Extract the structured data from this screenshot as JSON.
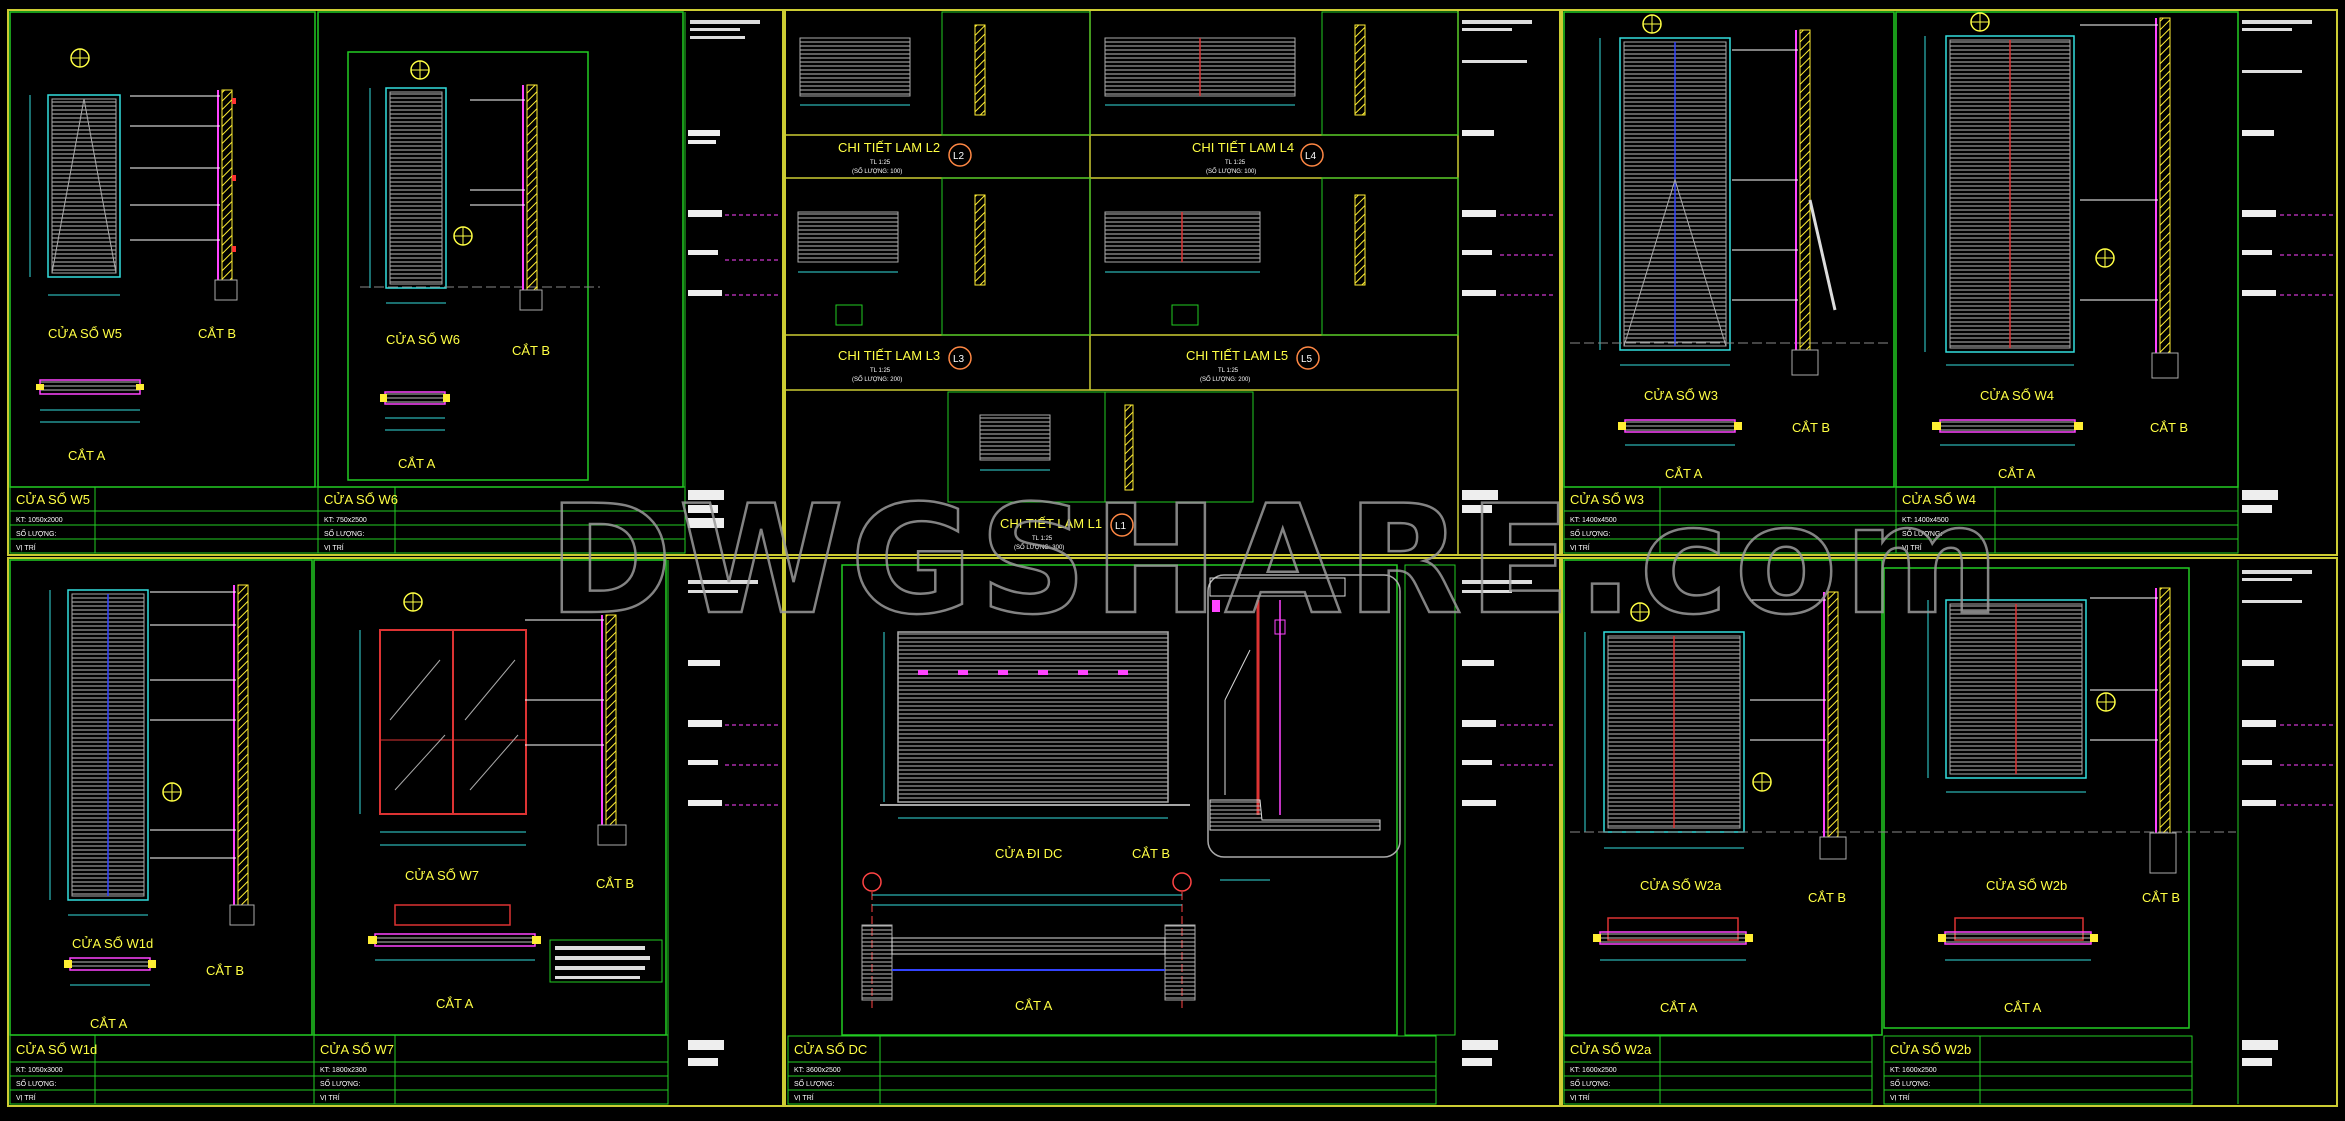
{
  "colors": {
    "background": "#000000",
    "frame": "#22cc22",
    "sheet_frame": "#cccc33",
    "title": "#ffff44",
    "callout": "#ffffff",
    "dim": "#33dddd",
    "hatch": "#cccccc",
    "glass": "#dd3333",
    "steel": "#ff44ff",
    "watermark": "#9a9a9a"
  },
  "watermark": "DWGSHARE.com",
  "left_sheet": {
    "w5": {
      "title": "CỬA SỔ W5",
      "section": "CẮT B",
      "plan": "CẮT A"
    },
    "w6": {
      "title": "CỬA SỔ W6",
      "section": "CẮT B",
      "plan": "CẮT A"
    },
    "table_w5": {
      "name": "CỬA SỔ W5",
      "r1": "KT: 1050x2000",
      "r2": "SỐ LƯỢNG:",
      "r3": "VỊ TRÍ"
    },
    "table_w6": {
      "name": "CỬA SỔ W6",
      "r1": "KT: 750x2500",
      "r2": "SỐ LƯỢNG:",
      "r3": "VỊ TRÍ"
    },
    "w1d": {
      "title": "CỬA SỔ W1d",
      "section": "CẮT B",
      "plan": "CẮT A"
    },
    "w7": {
      "title": "CỬA SỔ W7",
      "section": "CẮT B",
      "plan": "CẮT A"
    },
    "table_w1d": {
      "name": "CỬA SỔ W1d",
      "r1": "KT: 1050x3000",
      "r2": "SỐ LƯỢNG:",
      "r3": "VỊ TRÍ"
    },
    "table_w7": {
      "name": "CỬA SỔ W7",
      "r1": "KT: 1800x2300",
      "r2": "SỐ LƯỢNG:",
      "r3": "VỊ TRÍ"
    }
  },
  "middle_sheet": {
    "l2": {
      "title": "CHI TIẾT LAM L2",
      "tag": "L2",
      "scale": "TL 1:25",
      "qty": "(SỐ LƯỢNG: 100)"
    },
    "l4": {
      "title": "CHI TIẾT LAM L4",
      "tag": "L4",
      "scale": "TL 1:25",
      "qty": "(SỐ LƯỢNG: 100)"
    },
    "l3": {
      "title": "CHI TIẾT LAM L3",
      "tag": "L3",
      "scale": "TL 1:25",
      "qty": "(SỐ LƯỢNG: 200)"
    },
    "l5": {
      "title": "CHI TIẾT LAM L5",
      "tag": "L5",
      "scale": "TL 1:25",
      "qty": "(SỐ LƯỢNG: 200)"
    },
    "l1": {
      "title": "CHI TIẾT LAM L1",
      "tag": "L1",
      "scale": "TL 1:25",
      "qty": "(SỐ LƯỢNG: 300)"
    },
    "dc": {
      "title": "CỬA ĐI DC",
      "section": "CẮT B",
      "plan": "CẮT A"
    },
    "table_dc": {
      "name": "CỬA SỔ DC",
      "r1": "KT: 3600x2500",
      "r2": "SỐ LƯỢNG:",
      "r3": "VỊ TRÍ"
    }
  },
  "right_sheet": {
    "w3": {
      "title": "CỬA SỔ W3",
      "section": "CẮT B",
      "plan": "CẮT A"
    },
    "w4": {
      "title": "CỬA SỔ W4",
      "section": "CẮT B",
      "plan": "CẮT A"
    },
    "table_w3": {
      "name": "CỬA SỔ W3",
      "r1": "KT: 1400x4500",
      "r2": "SỐ LƯỢNG:",
      "r3": "VỊ TRÍ"
    },
    "table_w4": {
      "name": "CỬA SỔ W4",
      "r1": "KT: 1400x4500",
      "r2": "SỐ LƯỢNG:",
      "r3": "VỊ TRÍ"
    },
    "w2a": {
      "title": "CỬA SỔ W2a",
      "section": "CẮT B",
      "plan": "CẮT A"
    },
    "w2b": {
      "title": "CỬA SỔ W2b",
      "section": "CẮT B",
      "plan": "CẮT A"
    },
    "table_w2a": {
      "name": "CỬA SỔ W2a",
      "r1": "KT: 1600x2500",
      "r2": "SỐ LƯỢNG:",
      "r3": "VỊ TRÍ"
    },
    "table_w2b": {
      "name": "CỬA SỔ W2b",
      "r1": "KT: 1600x2500",
      "r2": "SỐ LƯỢNG:",
      "r3": "VỊ TRÍ"
    }
  }
}
